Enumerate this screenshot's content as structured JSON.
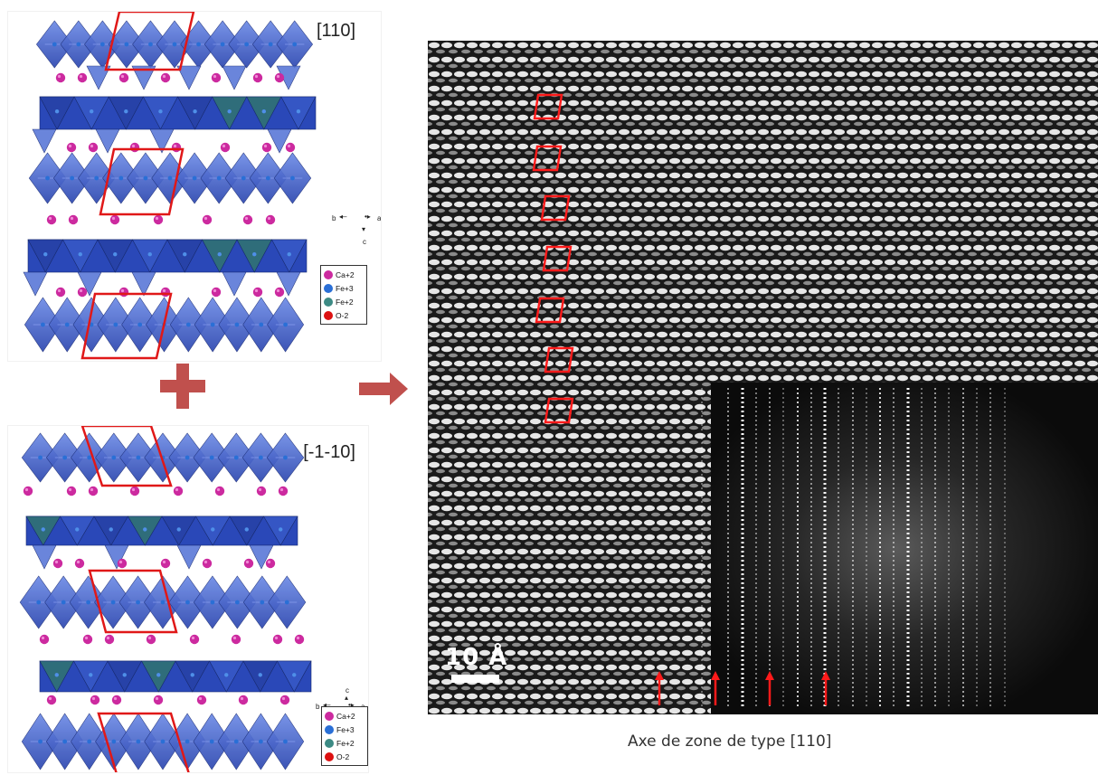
{
  "top_structure": {
    "zone_axis": "[110]",
    "axes": {
      "b": "b",
      "a": "a",
      "c": "c"
    },
    "legend": [
      {
        "label": "Ca+2",
        "color": "#cc2a9f"
      },
      {
        "label": "Fe+3",
        "color": "#2a6fd6"
      },
      {
        "label": "Fe+2",
        "color": "#3c8a84"
      },
      {
        "label": "O-2",
        "color": "#dd1111"
      }
    ]
  },
  "bottom_structure": {
    "zone_axis": "[-1-10]",
    "axes": {
      "b": "b",
      "a": "a",
      "c": "c"
    },
    "legend": [
      {
        "label": "Ca+2",
        "color": "#cc2a9f"
      },
      {
        "label": "Fe+3",
        "color": "#2a6fd6"
      },
      {
        "label": "Fe+2",
        "color": "#3c8a84"
      },
      {
        "label": "O-2",
        "color": "#dd1111"
      }
    ]
  },
  "hrtem": {
    "scale_label": "10 Å",
    "caption": "Axe de zone de type [110]"
  },
  "colors": {
    "polyhedra": "#3858c8",
    "polyhedra_dark": "#243f9e",
    "unit_cell": "#e01818",
    "arrow": "#c0504d",
    "ca_atom": "#cc2a9f"
  }
}
